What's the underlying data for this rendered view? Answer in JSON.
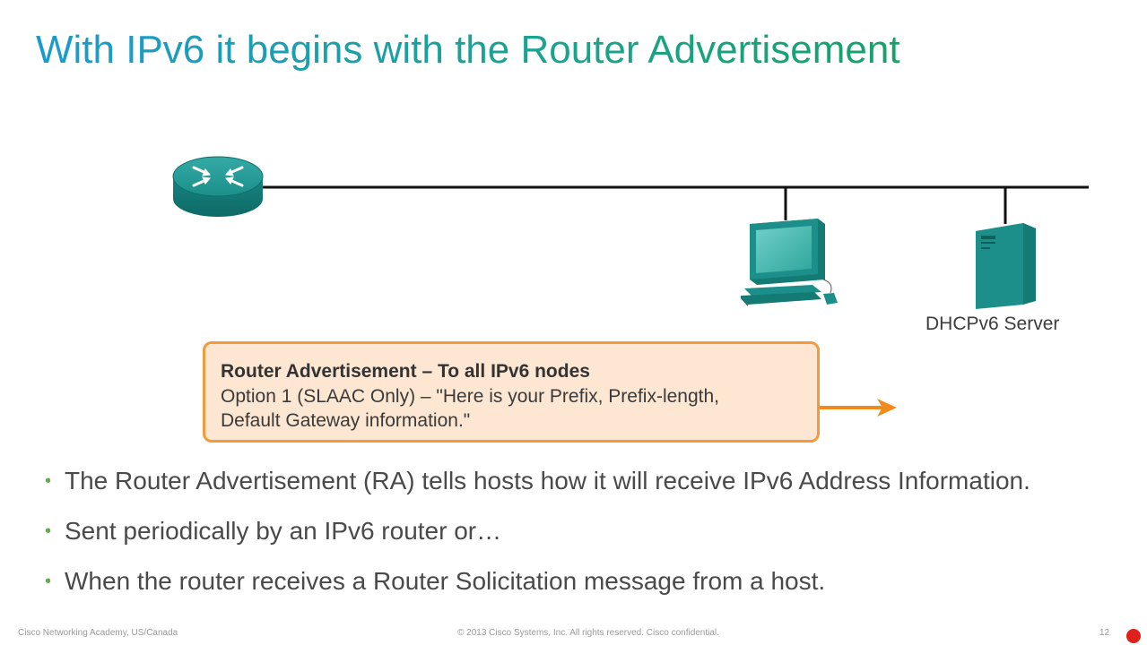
{
  "title": "With IPv6 it begins with the Router Advertisement",
  "diagram": {
    "server_label": "DHCPv6 Server",
    "ra_box": {
      "heading": "Router Advertisement – To all IPv6 nodes",
      "line1": "Option 1 (SLAAC Only) – \"Here is your Prefix, Prefix-length,",
      "line2": "Default Gateway information.\""
    },
    "colors": {
      "device": "#1c8f8a",
      "box_border": "#f39a3c",
      "box_fill": "#fde7d3",
      "arrow": "#f08a1c"
    },
    "icons": [
      "router-icon",
      "pc-icon",
      "server-icon"
    ]
  },
  "bullets": [
    "The Router Advertisement (RA) tells hosts how it will receive IPv6 Address Information.",
    "Sent periodically by an IPv6 router or…",
    "When the router receives a Router Solicitation message from a host."
  ],
  "footer": {
    "left": "Cisco Networking Academy, US/Canada",
    "center": "© 2013 Cisco Systems, Inc. All rights reserved. Cisco confidential.",
    "page": "12"
  }
}
